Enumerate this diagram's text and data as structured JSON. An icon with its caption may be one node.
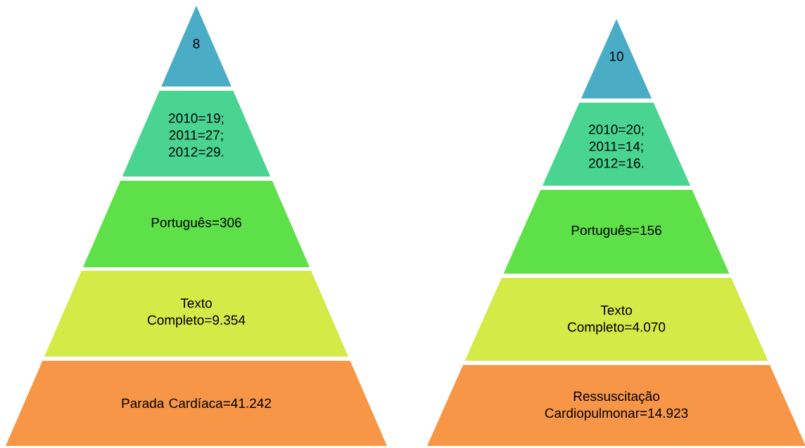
{
  "diagram": {
    "nodes": [
      {
        "text": [
          "8"
        ]
      },
      {
        "text": [
          "2010=19; 2011=27; 2012=29."
        ]
      },
      {
        "text": [
          "Português=306"
        ]
      },
      {
        "text": [
          "Texto Completo=9.354"
        ]
      },
      {
        "text": [
          "Parada Cardíaca=41.242"
        ]
      },
      {
        "text": [
          "10"
        ]
      },
      {
        "text": [
          "2010=20; 2011=14; 2012=16."
        ]
      },
      {
        "text": [
          "Português=156"
        ]
      },
      {
        "text": [
          "Texto Completo=4.070"
        ]
      },
      {
        "text": [
          "Ressuscitação Cardiopulmonar=14.923"
        ]
      }
    ]
  }
}
